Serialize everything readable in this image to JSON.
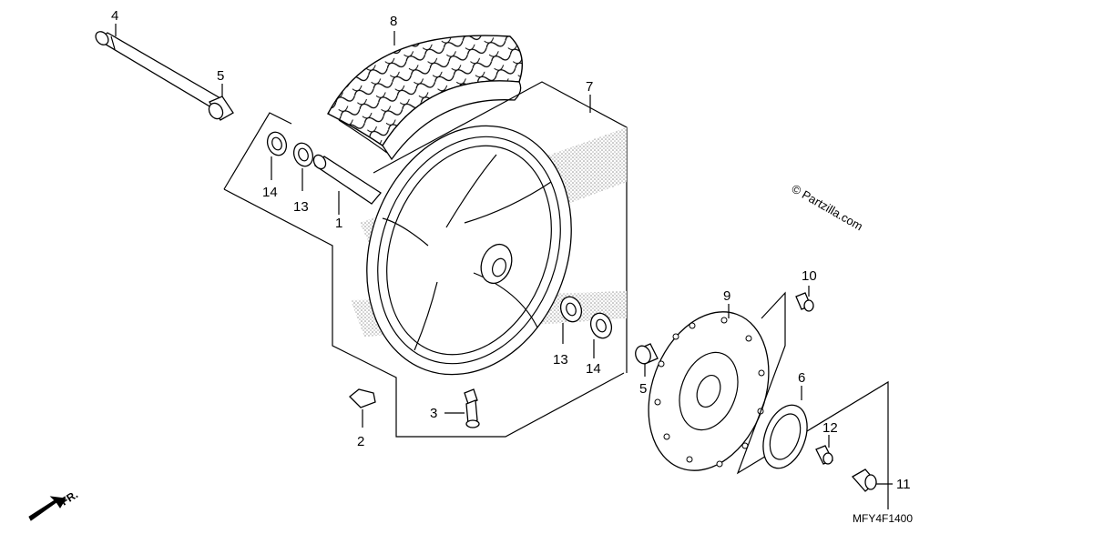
{
  "diagram": {
    "code": "MFY4F1400",
    "watermark": "© Partzilla.com",
    "front_indicator": "FR.",
    "callouts": [
      {
        "id": "axle",
        "label": "4"
      },
      {
        "id": "collar-left",
        "label": "5"
      },
      {
        "id": "tire",
        "label": "8"
      },
      {
        "id": "wheel",
        "label": "7"
      },
      {
        "id": "bearing-left",
        "label": "14"
      },
      {
        "id": "dust-seal-left",
        "label": "13"
      },
      {
        "id": "spacer",
        "label": "1"
      },
      {
        "id": "bearing-right-13",
        "label": "13"
      },
      {
        "id": "bearing-right-14",
        "label": "14"
      },
      {
        "id": "collar-right",
        "label": "5"
      },
      {
        "id": "valve",
        "label": "3"
      },
      {
        "id": "weight",
        "label": "2"
      },
      {
        "id": "disc",
        "label": "9"
      },
      {
        "id": "disc-bolt",
        "label": "10"
      },
      {
        "id": "pulser-ring",
        "label": "6"
      },
      {
        "id": "pulser-bolt",
        "label": "12"
      },
      {
        "id": "flange-bolt",
        "label": "11"
      }
    ]
  }
}
